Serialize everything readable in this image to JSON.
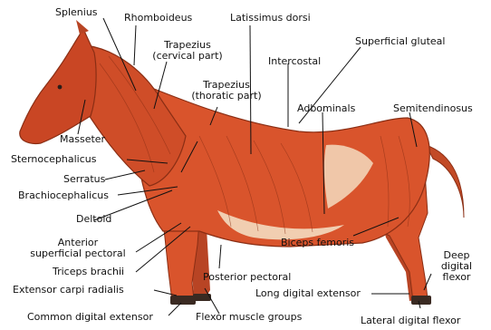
{
  "labels": {
    "splenius": "Splenius",
    "rhomboideus": "Rhomboideus",
    "latissimus_dorsi": "Latissimus dorsi",
    "superficial_gluteal": "Superficial gluteal",
    "trapezius_cervical_1": "Trapezius",
    "trapezius_cervical_2": "(cervical part)",
    "intercostal": "Intercostal",
    "trapezius_thoracic_1": "Trapezius",
    "trapezius_thoracic_2": "(thoratic part)",
    "adbominals": "Adbominals",
    "semitendinosus": "Semitendinosus",
    "masseter": "Masseter",
    "sternocephalicus": "Sternocephalicus",
    "serratus": "Serratus",
    "brachiocephalicus": "Brachiocephalicus",
    "deltoid": "Deltoid",
    "anterior_pectoral_1": "Anterior",
    "anterior_pectoral_2": "superficial pectoral",
    "biceps_femoris": "Biceps femoris",
    "deep_digital_flexor_1": "Deep",
    "deep_digital_flexor_2": "digital",
    "deep_digital_flexor_3": "flexor",
    "triceps_brachii": "Triceps brachii",
    "posterior_pectoral": "Posterior pectoral",
    "extensor_carpi_radialis": "Extensor carpi radialis",
    "long_digital_extensor": "Long digital extensor",
    "common_digital_extensor": "Common digital extensor",
    "flexor_muscle_groups": "Flexor muscle groups",
    "lateral_digital_flexor": "Lateral digital flexor"
  },
  "colors": {
    "muscle": "#d9542c",
    "muscle_dark": "#a63518",
    "tendon": "#f3dcc0",
    "hoof": "#3a2a22",
    "leader": "#111111"
  }
}
